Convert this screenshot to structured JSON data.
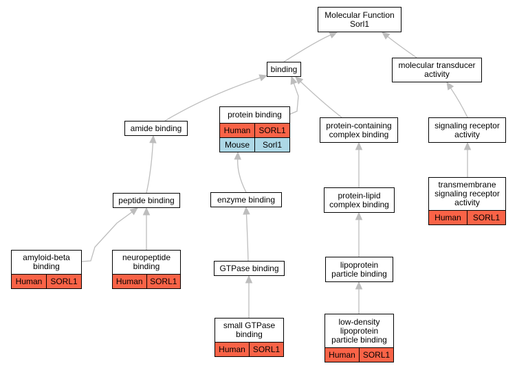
{
  "diagram": {
    "colors": {
      "human": "#fa6347",
      "mouse": "#add8e6",
      "edge": "#bdbdbd",
      "border": "#000000"
    },
    "nodes": [
      {
        "id": "root",
        "lines": [
          "Molecular Function",
          "Sorl1"
        ],
        "rows": []
      },
      {
        "id": "binding",
        "lines": [
          "binding"
        ],
        "rows": []
      },
      {
        "id": "mol-transducer",
        "lines": [
          "molecular transducer",
          "activity"
        ],
        "rows": []
      },
      {
        "id": "amide-binding",
        "lines": [
          "amide binding"
        ],
        "rows": []
      },
      {
        "id": "protein-binding",
        "lines": [
          "protein binding"
        ],
        "rows": [
          {
            "species": "Human",
            "gene": "SORL1",
            "color": "human"
          },
          {
            "species": "Mouse",
            "gene": "Sorl1",
            "color": "mouse"
          }
        ]
      },
      {
        "id": "protein-containing",
        "lines": [
          "protein-containing",
          "complex binding"
        ],
        "rows": []
      },
      {
        "id": "signaling-receptor",
        "lines": [
          "signaling receptor",
          "activity"
        ],
        "rows": []
      },
      {
        "id": "peptide-binding",
        "lines": [
          "peptide binding"
        ],
        "rows": []
      },
      {
        "id": "enzyme-binding",
        "lines": [
          "enzyme binding"
        ],
        "rows": []
      },
      {
        "id": "protein-lipid",
        "lines": [
          "protein-lipid",
          "complex binding"
        ],
        "rows": []
      },
      {
        "id": "transmembrane",
        "lines": [
          "transmembrane",
          "signaling receptor",
          "activity"
        ],
        "rows": [
          {
            "species": "Human",
            "gene": "SORL1",
            "color": "human"
          }
        ]
      },
      {
        "id": "amyloid-beta",
        "lines": [
          "amyloid-beta",
          "binding"
        ],
        "rows": [
          {
            "species": "Human",
            "gene": "SORL1",
            "color": "human"
          }
        ]
      },
      {
        "id": "neuropeptide",
        "lines": [
          "neuropeptide",
          "binding"
        ],
        "rows": [
          {
            "species": "Human",
            "gene": "SORL1",
            "color": "human"
          }
        ]
      },
      {
        "id": "gtpase",
        "lines": [
          "GTPase binding"
        ],
        "rows": []
      },
      {
        "id": "lipoprotein",
        "lines": [
          "lipoprotein",
          "particle binding"
        ],
        "rows": []
      },
      {
        "id": "small-gtpase",
        "lines": [
          "small GTPase",
          "binding"
        ],
        "rows": [
          {
            "species": "Human",
            "gene": "SORL1",
            "color": "human"
          }
        ]
      },
      {
        "id": "ldl",
        "lines": [
          "low-density",
          "lipoprotein",
          "particle binding"
        ],
        "rows": [
          {
            "species": "Human",
            "gene": "SORL1",
            "color": "human"
          }
        ]
      }
    ],
    "edges": [
      {
        "from": "binding",
        "to": "root"
      },
      {
        "from": "mol-transducer",
        "to": "root"
      },
      {
        "from": "amide-binding",
        "to": "binding"
      },
      {
        "from": "protein-binding",
        "to": "binding"
      },
      {
        "from": "protein-containing",
        "to": "binding"
      },
      {
        "from": "signaling-receptor",
        "to": "mol-transducer"
      },
      {
        "from": "peptide-binding",
        "to": "amide-binding"
      },
      {
        "from": "enzyme-binding",
        "to": "protein-binding"
      },
      {
        "from": "protein-lipid",
        "to": "protein-containing"
      },
      {
        "from": "transmembrane",
        "to": "signaling-receptor"
      },
      {
        "from": "amyloid-beta",
        "to": "peptide-binding"
      },
      {
        "from": "neuropeptide",
        "to": "peptide-binding"
      },
      {
        "from": "gtpase",
        "to": "enzyme-binding"
      },
      {
        "from": "lipoprotein",
        "to": "protein-lipid"
      },
      {
        "from": "small-gtpase",
        "to": "gtpase"
      },
      {
        "from": "ldl",
        "to": "lipoprotein"
      }
    ]
  }
}
